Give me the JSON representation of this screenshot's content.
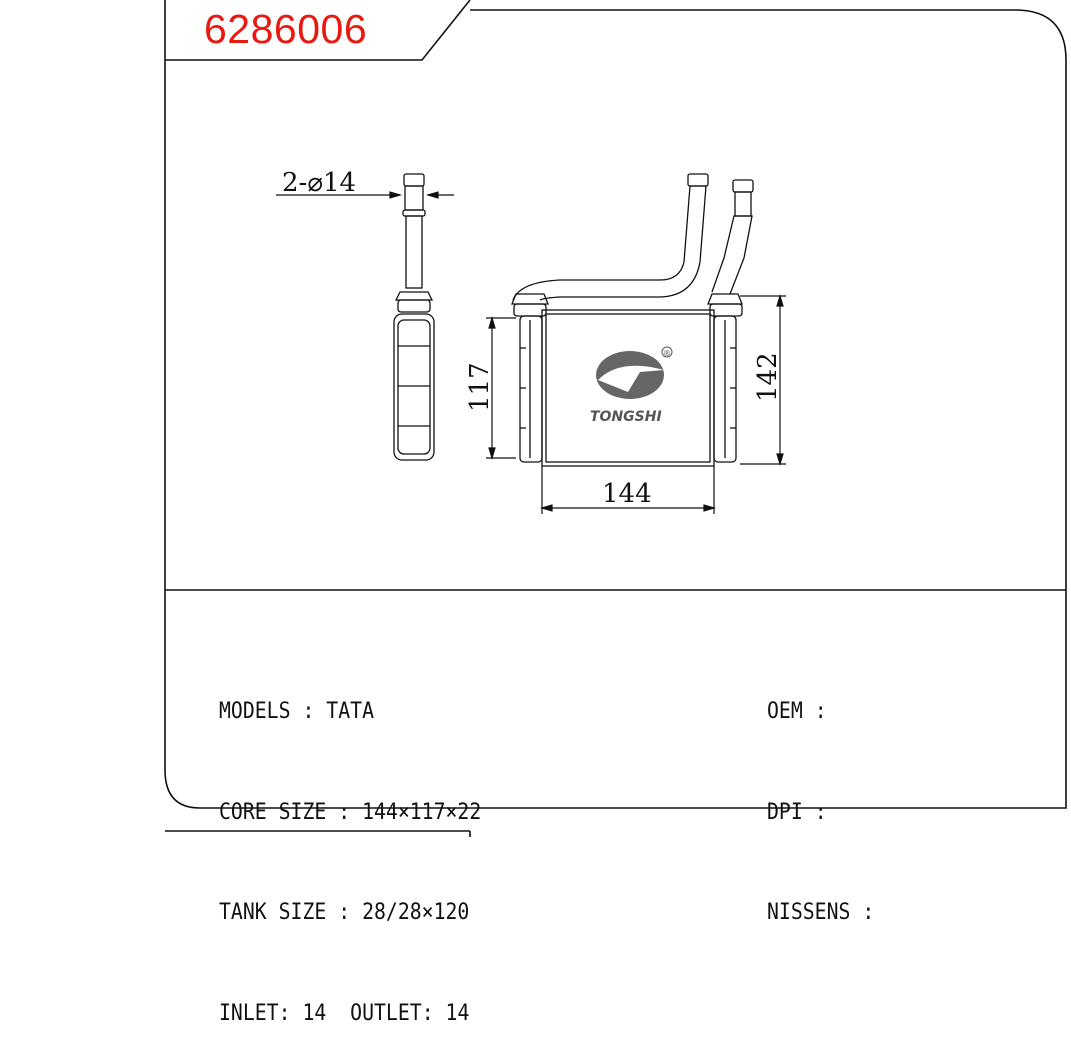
{
  "part_number": "6286006",
  "brand": "TONGSHI",
  "registered_mark": "®",
  "dimensions": {
    "tube_spec": "2-⌀14",
    "core_height": "117",
    "overall_height": "142",
    "core_width": "144"
  },
  "specs_left": [
    {
      "label": "MODELS",
      "sep": " : ",
      "value": "TATA"
    },
    {
      "label": "CORE SIZE",
      "sep": " : ",
      "value": "144×117×22"
    },
    {
      "label": "TANK SIZE",
      "sep": " : ",
      "value": "28/28×120"
    },
    {
      "label": "INLET",
      "sep": ": ",
      "value": "14"
    }
  ],
  "outlet": {
    "label": "OUTLET",
    "sep": ": ",
    "value": "14"
  },
  "specs_right": [
    {
      "label": "OEM",
      "sep": " :",
      "value": ""
    },
    {
      "label": "DPI",
      "sep": " :",
      "value": ""
    },
    {
      "label": "NISSENS",
      "sep": " :",
      "value": ""
    }
  ],
  "colors": {
    "part_number": "#e8190e",
    "line": "#111111",
    "logo": "#555555"
  }
}
